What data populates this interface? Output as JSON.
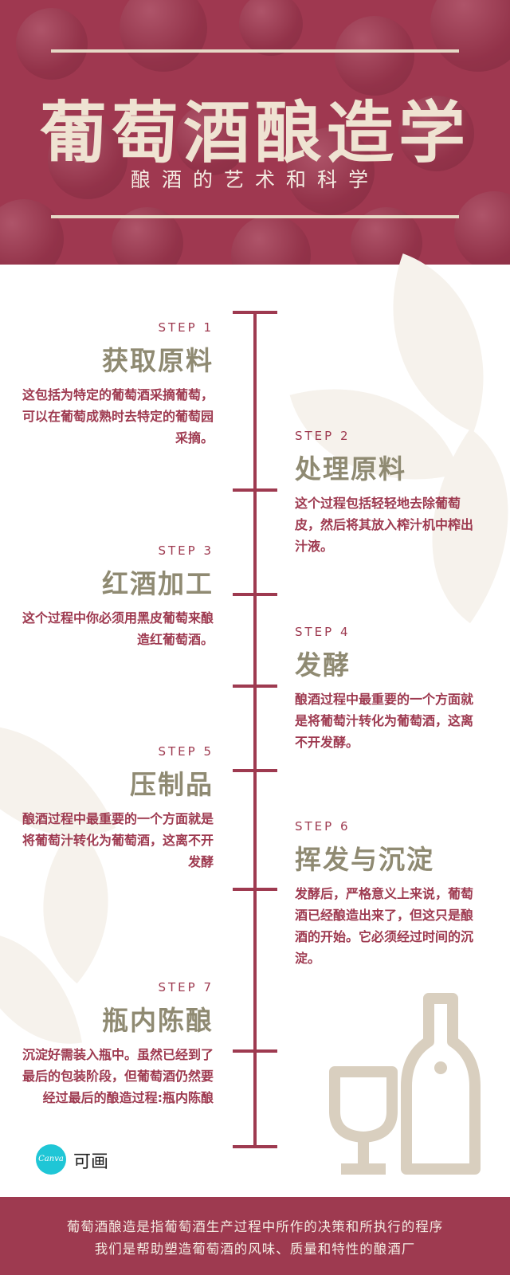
{
  "header": {
    "title": "葡萄酒酿造学",
    "subtitle": "酿酒的艺术和科学"
  },
  "steps": [
    {
      "label": "STEP 1",
      "title": "获取原料",
      "desc": "这包括为特定的葡萄酒采摘葡萄，可以在葡萄成熟时去特定的葡萄园采摘。"
    },
    {
      "label": "STEP 2",
      "title": "处理原料",
      "desc": "这个过程包括轻轻地去除葡萄皮，然后将其放入榨汁机中榨出汁液。"
    },
    {
      "label": "STEP 3",
      "title": "红酒加工",
      "desc": "这个过程中你必须用黑皮葡萄来酿造红葡萄酒。"
    },
    {
      "label": "STEP 4",
      "title": "发酵",
      "desc": "酿酒过程中最重要的一个方面就是将葡萄汁转化为葡萄酒，这离不开发酵。"
    },
    {
      "label": "STEP 5",
      "title": "压制品",
      "desc": "酿酒过程中最重要的一个方面就是将葡萄汁转化为葡萄酒，这离不开发酵"
    },
    {
      "label": "STEP 6",
      "title": "挥发与沉淀",
      "desc": "发酵后，严格意义上来说，葡萄酒已经酿造出来了，但这只是酿酒的开始。它必须经过时间的沉淀。"
    },
    {
      "label": "STEP 7",
      "title": "瓶内陈酿",
      "desc": "沉淀好需装入瓶中。虽然已经到了最后的包装阶段，但葡萄酒仍然要经过最后的酿造过程:瓶内陈酿"
    }
  ],
  "logo": {
    "badge": "Canva",
    "text": "可画"
  },
  "footer": {
    "line1": "葡萄酒酿造是指葡萄酒生产过程中所作的决策和所执行的程序",
    "line2": "我们是帮助塑造葡萄酒的风味、质量和特性的酿酒厂"
  },
  "colors": {
    "burgundy": "#9e3a50",
    "olive": "#8f8a72",
    "cream": "#e6d8c6",
    "canva": "#1fc6d6"
  },
  "icons": [
    "wine-glass-icon",
    "wine-bottle-icon"
  ]
}
